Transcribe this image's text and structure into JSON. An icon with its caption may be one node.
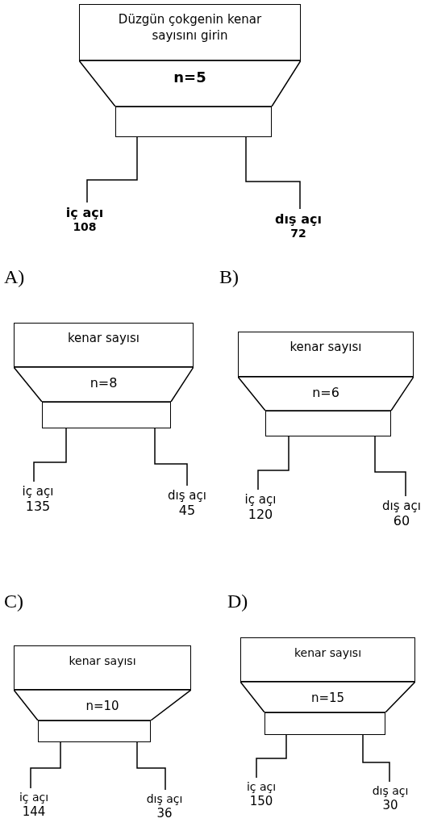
{
  "diagram": {
    "nodes": [
      {
        "text": [
          "Düzgün çokgenin kenar sayısını girin"
        ]
      },
      {
        "text": [
          "n=5"
        ]
      },
      {
        "text": [],
        "shape": "box"
      },
      {
        "text": [
          "iç açı",
          "108"
        ]
      },
      {
        "text": [
          "dış açı",
          "72"
        ]
      },
      {
        "text": [
          "kenar sayısı"
        ]
      },
      {
        "text": [
          "n=8"
        ]
      },
      {
        "text": [],
        "shape": "box"
      },
      {
        "text": [
          "iç açı",
          "135"
        ]
      },
      {
        "text": [
          "dış açı",
          "45"
        ]
      },
      {
        "text": [
          "kenar sayısı"
        ]
      },
      {
        "text": [
          "n=6"
        ]
      },
      {
        "text": [],
        "shape": "box"
      },
      {
        "text": [
          "iç açı",
          "120"
        ]
      },
      {
        "text": [
          "dış açı",
          "60"
        ]
      },
      {
        "text": [
          "kenar sayısı"
        ]
      },
      {
        "text": [
          "n=10"
        ]
      },
      {
        "text": [],
        "shape": "box"
      },
      {
        "text": [
          "iç açı",
          "144"
        ]
      },
      {
        "text": [
          "dış açı",
          "36"
        ]
      },
      {
        "text": [
          "kenar sayısı"
        ]
      },
      {
        "text": [
          "n=15"
        ]
      },
      {
        "text": [],
        "shape": "box"
      },
      {
        "text": [
          "iç açı",
          "150"
        ]
      },
      {
        "text": [
          "dış açı",
          "30"
        ]
      }
    ],
    "edges": [
      {
        "from": 2,
        "to": 3,
        "arrow": "none"
      },
      {
        "from": 2,
        "to": 4,
        "arrow": "none"
      },
      {
        "from": 7,
        "to": 8,
        "arrow": "none"
      },
      {
        "from": 7,
        "to": 9,
        "arrow": "none"
      },
      {
        "from": 12,
        "to": 13,
        "arrow": "none"
      },
      {
        "from": 12,
        "to": 14,
        "arrow": "none"
      },
      {
        "from": 17,
        "to": 18,
        "arrow": "none"
      },
      {
        "from": 17,
        "to": 19,
        "arrow": "none"
      },
      {
        "from": 22,
        "to": 23,
        "arrow": "none"
      },
      {
        "from": 22,
        "to": 24,
        "arrow": "none"
      }
    ],
    "labels": [
      "A)",
      "B)",
      "C)",
      "D)"
    ]
  }
}
